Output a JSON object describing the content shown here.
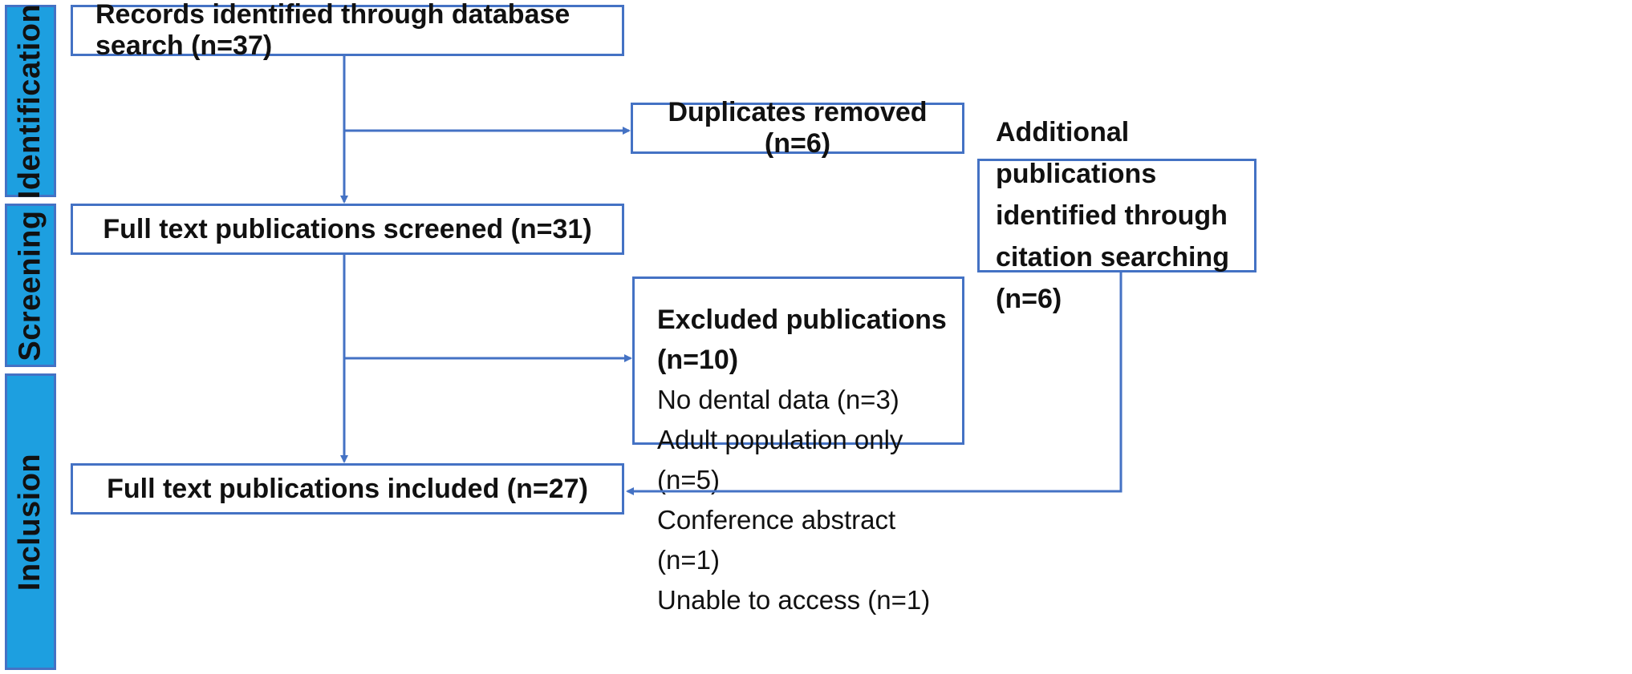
{
  "sections": {
    "identification": "Identification",
    "screening": "Screening",
    "inclusion": "Inclusion"
  },
  "boxes": {
    "records_identified": "Records identified through database search (n=37)",
    "duplicates_removed": "Duplicates removed (n=6)",
    "full_text_screened": "Full text publications screened (n=31)",
    "additional": {
      "lines": [
        "Additional publications",
        "identified through",
        "citation searching (n=6)"
      ]
    },
    "excluded": {
      "title": "Excluded publications (n=10)",
      "items": [
        "No dental data (n=3)",
        "Adult population only (n=5)",
        "Conference abstract (n=1)",
        "Unable to access (n=1)"
      ]
    },
    "full_text_included": "Full text publications included (n=27)"
  },
  "colors": {
    "accent_fill": "#1d9fe0",
    "border": "#4472c4",
    "connector": "#4472c4",
    "text": "#111111"
  }
}
